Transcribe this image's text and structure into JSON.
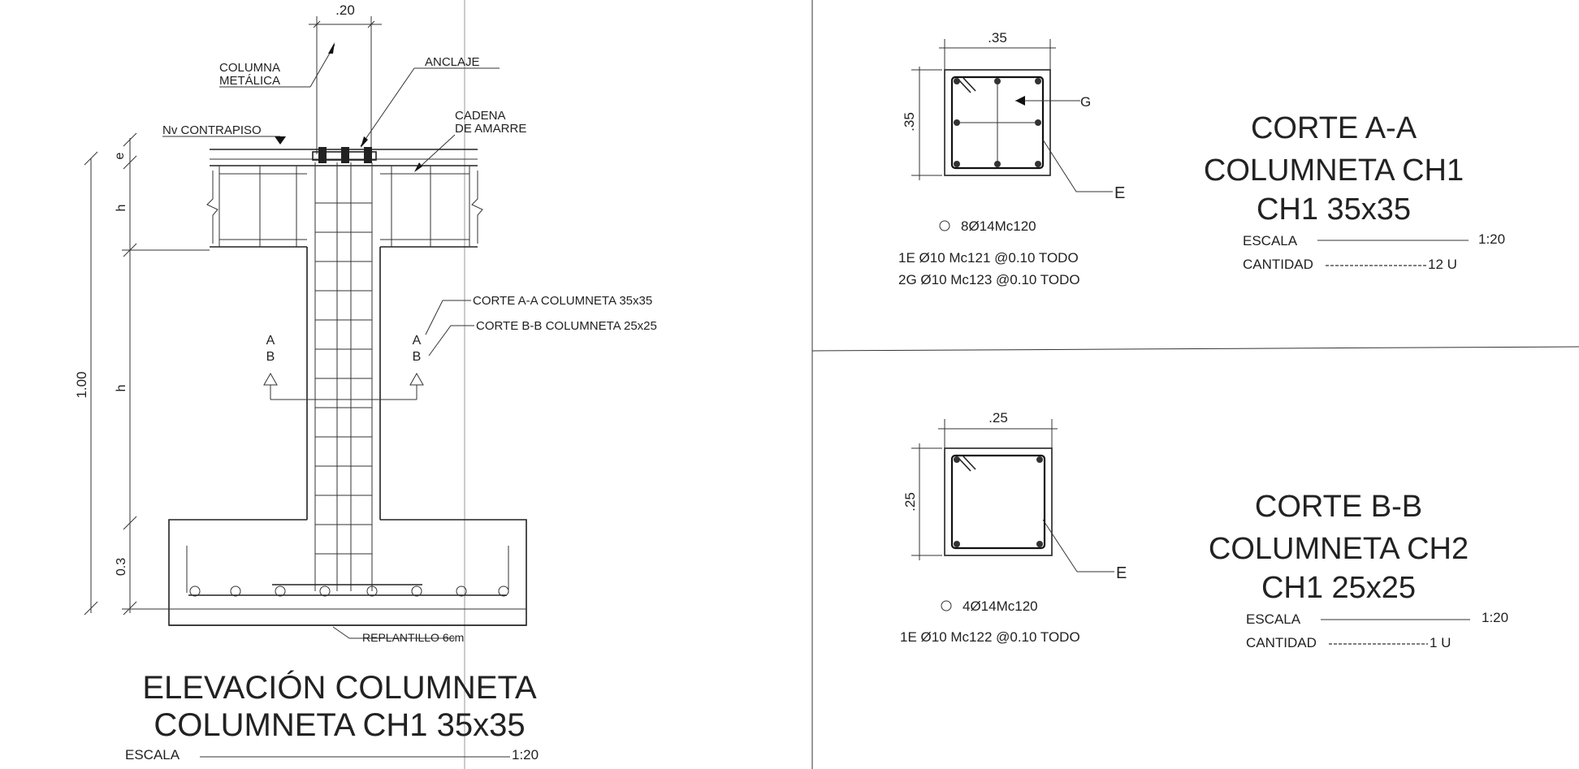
{
  "elevation": {
    "dim_top": ".20",
    "label_columna_line1": "COLUMNA",
    "label_columna_line2": "METÁLICA",
    "label_anclaje": "ANCLAJE",
    "label_cadena_line1": "CADENA",
    "label_cadena_line2": "DE AMARRE",
    "label_nv": "Nv CONTRAPISO",
    "dim_e": "e",
    "dim_h1": "h",
    "dim_h2": "h",
    "dim_03": "0.3",
    "dim_total": "1.00",
    "note_corte_a": "CORTE A-A COLUMNETA 35x35",
    "note_corte_b": "CORTE B-B COLUMNETA 25x25",
    "marker_a": "A",
    "marker_b": "B",
    "label_replantillo": "REPLANTILLO 6cm",
    "title_line1": "ELEVACIÓN COLUMNETA",
    "title_line2": "COLUMNETA CH1 35x35",
    "escala_label": "ESCALA",
    "escala_value": "1:20"
  },
  "section_a": {
    "dim_width": ".35",
    "dim_height": ".35",
    "label_g": "G",
    "label_e": "E",
    "rebar": "8Ø14Mc120",
    "stirrup1": "1E Ø10 Mc121 @0.10 TODO",
    "stirrup2": "2G Ø10 Mc123 @0.10 TODO",
    "title_line1": "CORTE A-A",
    "title_line2": "COLUMNETA CH1",
    "title_line3": "CH1 35x35",
    "escala_label": "ESCALA",
    "escala_value": "1:20",
    "cantidad_label": "CANTIDAD",
    "cantidad_value": "12 U"
  },
  "section_b": {
    "dim_width": ".25",
    "dim_height": ".25",
    "label_e": "E",
    "rebar": "4Ø14Mc120",
    "stirrup1": "1E Ø10 Mc122 @0.10 TODO",
    "title_line1": "CORTE B-B",
    "title_line2": "COLUMNETA CH2",
    "title_line3": "CH1 25x25",
    "escala_label": "ESCALA",
    "escala_value": "1:20",
    "cantidad_label": "CANTIDAD",
    "cantidad_value": "1 U"
  }
}
